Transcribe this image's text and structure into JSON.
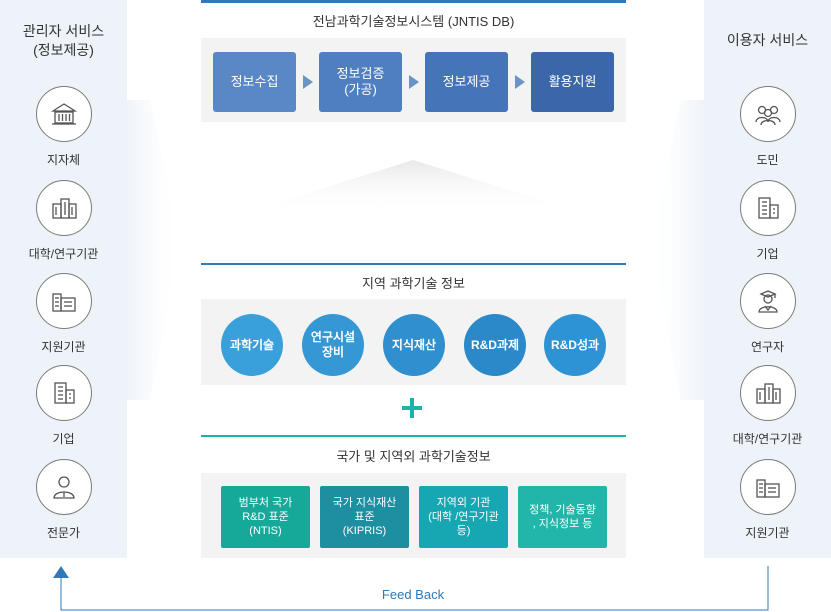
{
  "left_panel": {
    "title_line1": "관리자 서비스",
    "title_line2": "(정보제공)",
    "items": [
      {
        "label": "지자체",
        "icon": "city-hall-icon"
      },
      {
        "label": "대학/연구기관",
        "icon": "university-icon"
      },
      {
        "label": "지원기관",
        "icon": "agency-building-icon"
      },
      {
        "label": "기업",
        "icon": "company-building-icon"
      },
      {
        "label": "전문가",
        "icon": "expert-person-icon"
      }
    ]
  },
  "right_panel": {
    "title": "이용자 서비스",
    "items": [
      {
        "label": "도민",
        "icon": "citizens-group-icon"
      },
      {
        "label": "기업",
        "icon": "company-building-icon"
      },
      {
        "label": "연구자",
        "icon": "researcher-icon"
      },
      {
        "label": "대학/연구기관",
        "icon": "university-icon"
      },
      {
        "label": "지원기관",
        "icon": "agency-building-icon"
      }
    ]
  },
  "top_box": {
    "title": "전남과학기술정보시스템 (JNTIS DB)",
    "steps": [
      {
        "line1": "정보수집",
        "line2": ""
      },
      {
        "line1": "정보검증",
        "line2": "(가공)"
      },
      {
        "line1": "정보제공",
        "line2": ""
      },
      {
        "line1": "활용지원",
        "line2": ""
      }
    ]
  },
  "mid_box": {
    "title": "지역 과학기술 정보",
    "bubbles": [
      {
        "line1": "과학기술",
        "line2": ""
      },
      {
        "line1": "연구시설",
        "line2": "장비"
      },
      {
        "line1": "지식재산",
        "line2": ""
      },
      {
        "line1": "R&D과제",
        "line2": ""
      },
      {
        "line1": "R&D성과",
        "line2": ""
      }
    ]
  },
  "bot_box": {
    "title": "국가 및 지역외 과학기술정보",
    "cards": [
      {
        "line1": "범부처 국가",
        "line2": "R&D 표준",
        "line3": "(NTIS)"
      },
      {
        "line1": "국가 지식재산",
        "line2": "표준",
        "line3": "(KIPRIS)"
      },
      {
        "line1": "지역외 기관",
        "line2": "(대학 /연구기관",
        "line3": "등)"
      },
      {
        "line1": "정책, 기술동향",
        "line2": ", 지식정보 등",
        "line3": ""
      }
    ]
  },
  "feedback": {
    "label": "Feed Back"
  },
  "colors": {
    "primary_blue": "#2f79b8",
    "teal": "#1bb3a6",
    "step_blue": "#4a7bc0",
    "panel_bg": "#eef3f9"
  }
}
